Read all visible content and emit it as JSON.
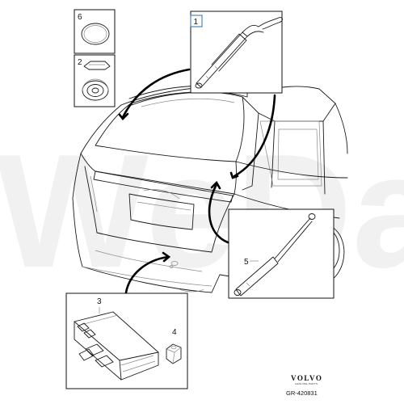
{
  "watermark": {
    "text": "WeDa",
    "color": "#f1f1f1"
  },
  "callouts": {
    "c1": "1",
    "c2": "2",
    "c3": "3",
    "c4": "4",
    "c5": "5",
    "c6": "6"
  },
  "branding": {
    "logo_text": "VOLVO",
    "logo_subtext": "GENUINE PARTS",
    "reference": "GR-420831"
  }
}
